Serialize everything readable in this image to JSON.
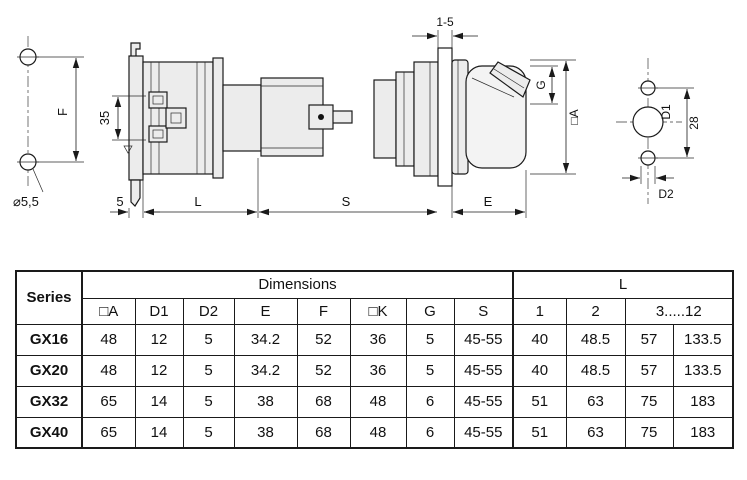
{
  "colors": {
    "line": "#1a1a1a",
    "part_fill": "#ececec"
  },
  "drawing": {
    "left_view": {
      "f_label": "F",
      "hole_label": "⌀5,5"
    },
    "side_view": {
      "dim_35": "35",
      "dim_5": "5",
      "dim_l": "L",
      "dim_s": "S"
    },
    "panel_view": {
      "dim_1_5": "1-5",
      "dim_g": "G",
      "dim_a": "□A",
      "dim_e": "E"
    },
    "drill_view": {
      "dim_d1": "D1",
      "dim_28": "28",
      "dim_d2": "D2"
    }
  },
  "table": {
    "corner": "Series",
    "groups": {
      "dimensions": "Dimensions",
      "l": "L"
    },
    "columns": [
      "□A",
      "D1",
      "D2",
      "E",
      "F",
      "□K",
      "G",
      "S",
      "1",
      "2",
      "3.....12"
    ],
    "rows": [
      {
        "series": "GX16",
        "values": [
          "48",
          "12",
          "5",
          "34.2",
          "52",
          "36",
          "5",
          "45-55",
          "40",
          "48.5",
          "57",
          "133.5"
        ]
      },
      {
        "series": "GX20",
        "values": [
          "48",
          "12",
          "5",
          "34.2",
          "52",
          "36",
          "5",
          "45-55",
          "40",
          "48.5",
          "57",
          "133.5"
        ]
      },
      {
        "series": "GX32",
        "values": [
          "65",
          "14",
          "5",
          "38",
          "68",
          "48",
          "6",
          "45-55",
          "51",
          "63",
          "75",
          "183"
        ]
      },
      {
        "series": "GX40",
        "values": [
          "65",
          "14",
          "5",
          "38",
          "68",
          "48",
          "6",
          "45-55",
          "51",
          "63",
          "75",
          "183"
        ]
      }
    ]
  }
}
